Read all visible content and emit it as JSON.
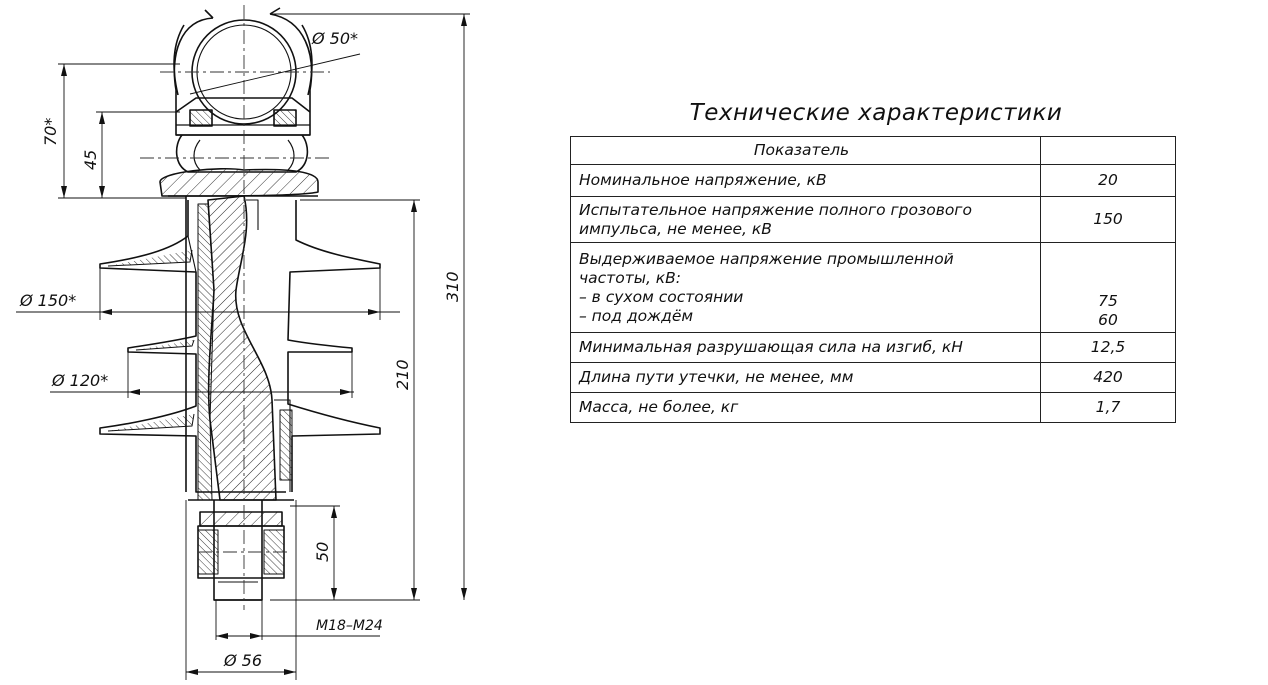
{
  "drawing": {
    "dimensions": {
      "d50": "Ø 50*",
      "h70": "70*",
      "h45": "45",
      "d150": "Ø 150*",
      "d120": "Ø 120*",
      "h210": "210",
      "h310": "310",
      "h50": "50",
      "thread": "M18–M24",
      "d56": "Ø 56"
    }
  },
  "specs": {
    "title": "Технические характеристики",
    "header": {
      "param": "Показатель",
      "value": ""
    },
    "rows": [
      {
        "param": "Номинальное напряжение, кВ",
        "value": "20"
      },
      {
        "param_lines": [
          "Испытательное напряжение полного грозового",
          "импульса, не менее, кВ"
        ],
        "value": "150"
      },
      {
        "param_lines": [
          "Выдерживаемое напряжение промышленной",
          "частоты, кВ:",
          "– в сухом состоянии",
          "– под дождём"
        ],
        "values": [
          "75",
          "60"
        ]
      },
      {
        "param": "Минимальная разрушающая сила на изгиб, кН",
        "value": "12,5"
      },
      {
        "param": "Длина пути утечки, не менее, мм",
        "value": "420"
      },
      {
        "param": "Масса, не более, кг",
        "value": "1,7"
      }
    ]
  }
}
